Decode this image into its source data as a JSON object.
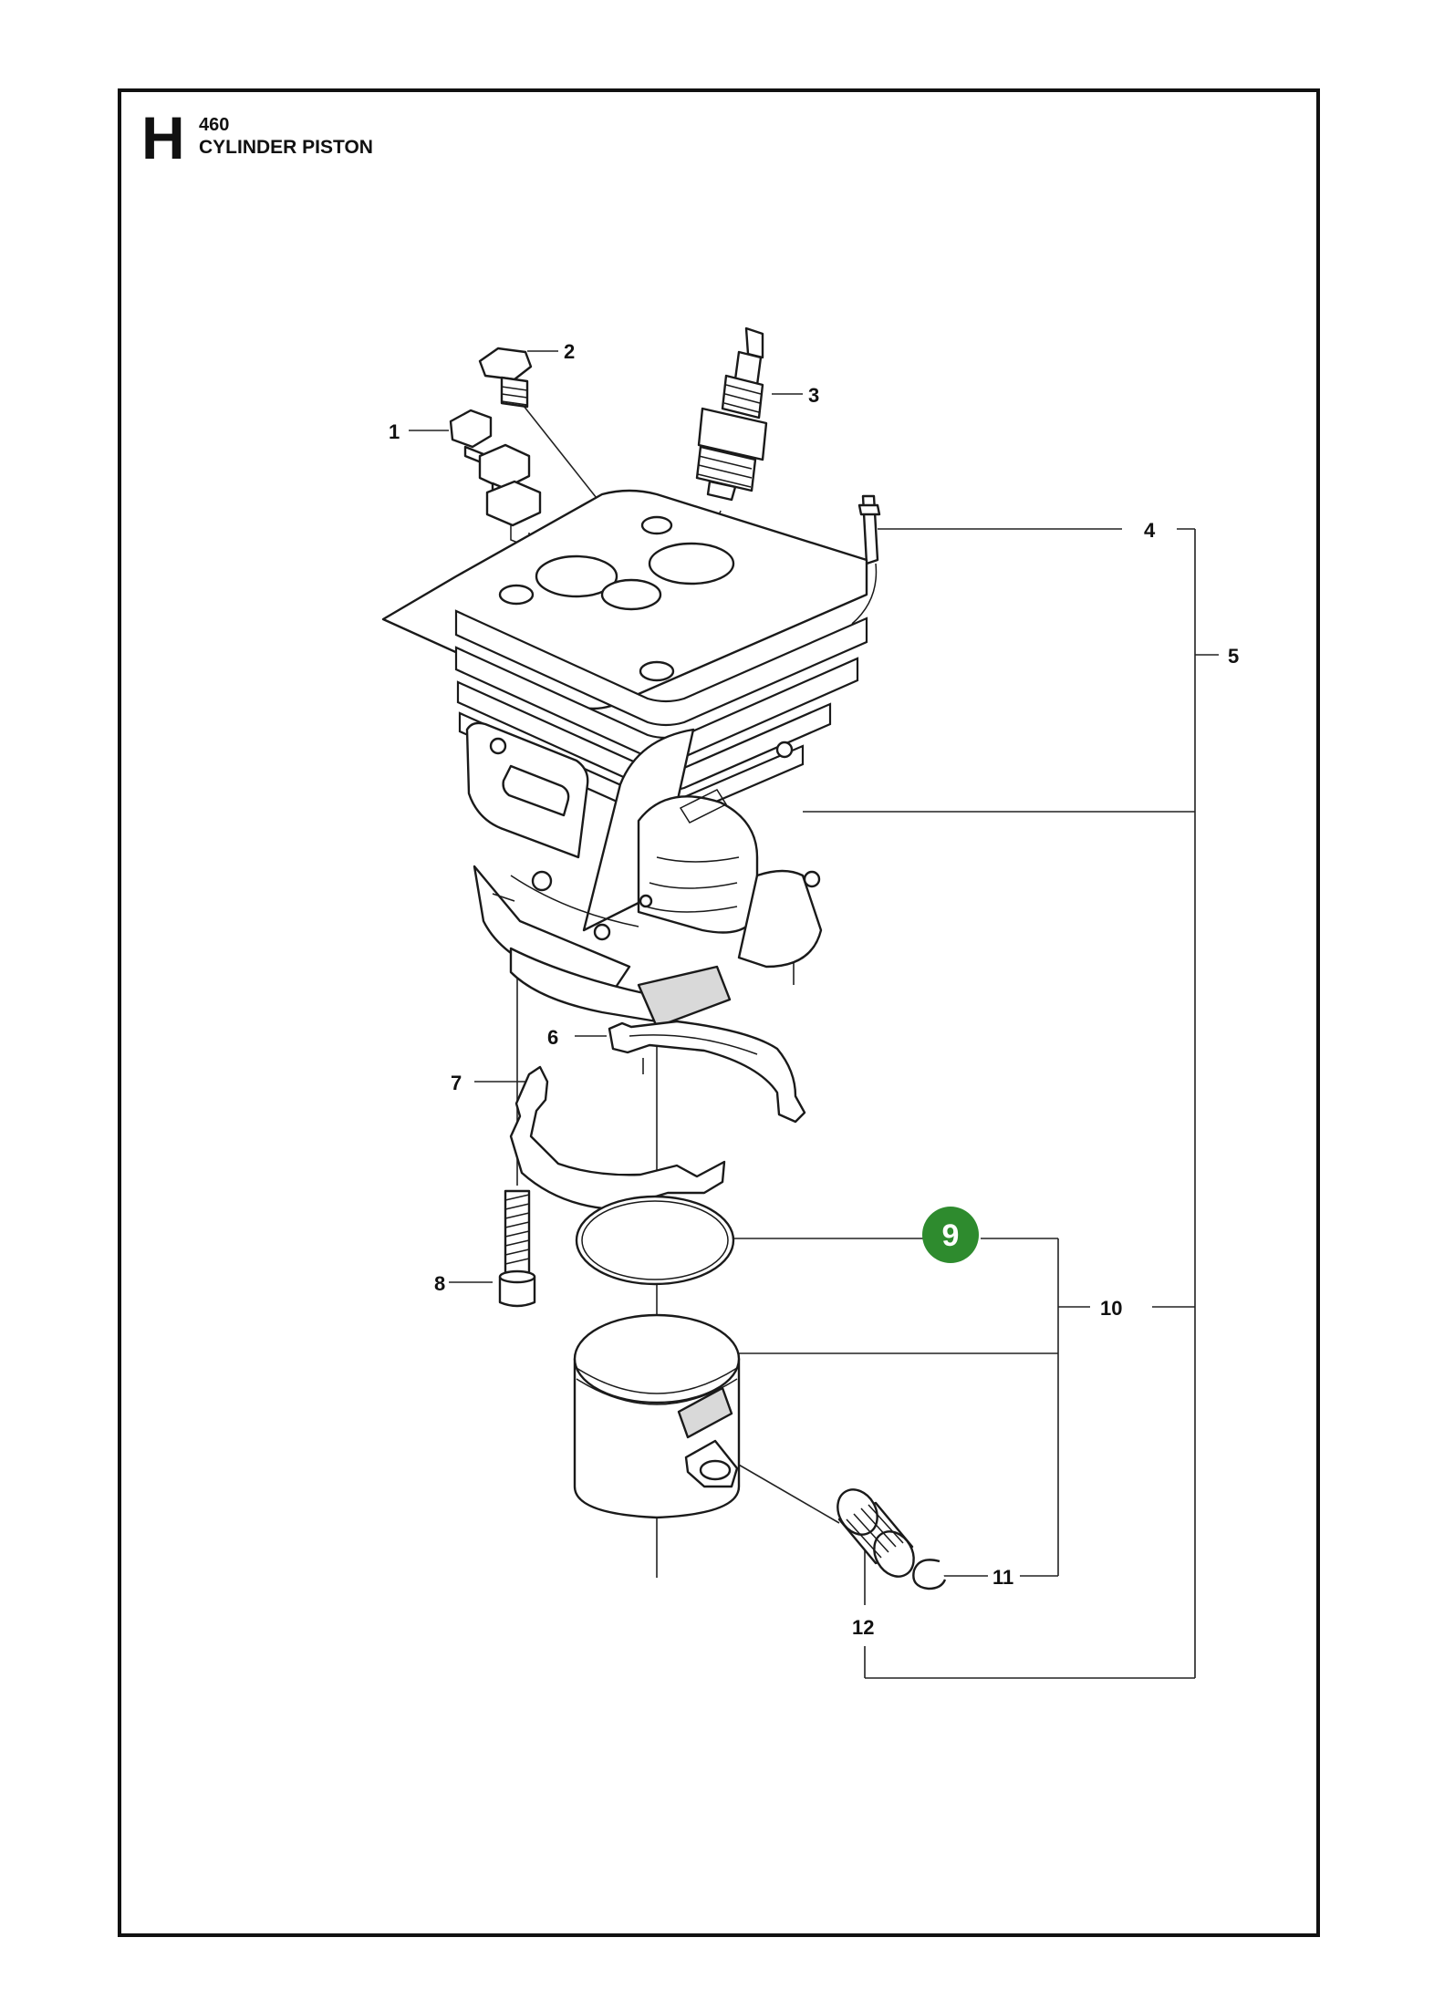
{
  "header": {
    "section_letter": "H",
    "model": "460",
    "title": "CYLINDER PISTON"
  },
  "callouts": [
    {
      "number": "1"
    },
    {
      "number": "2"
    },
    {
      "number": "3"
    },
    {
      "number": "4"
    },
    {
      "number": "5"
    },
    {
      "number": "6"
    },
    {
      "number": "7"
    },
    {
      "number": "8"
    },
    {
      "number": "9",
      "highlighted": true
    },
    {
      "number": "10"
    },
    {
      "number": "11"
    },
    {
      "number": "12"
    }
  ],
  "colors": {
    "highlight": "#2e8b2e",
    "line": "#111111"
  },
  "icons": {
    "cylinder": "cylinder-drawing",
    "piston": "piston-drawing",
    "spark_plug": "spark-plug-drawing"
  }
}
